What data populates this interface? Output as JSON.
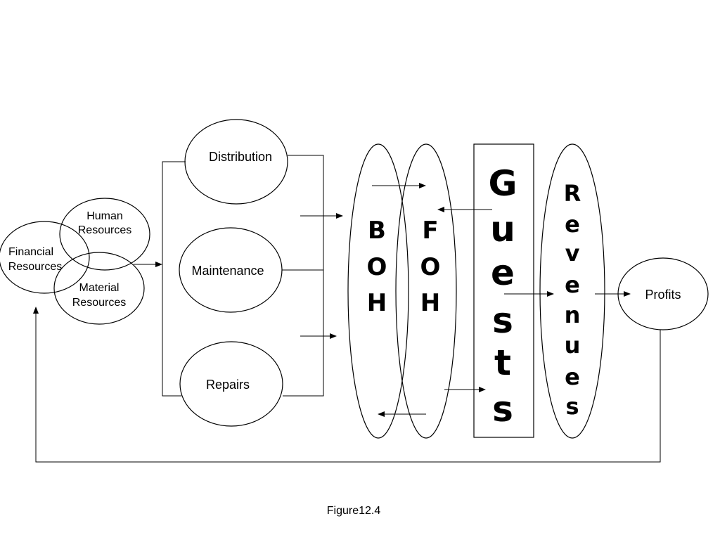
{
  "resources": {
    "financial": [
      "Financial",
      "Resources"
    ],
    "human": [
      "Human",
      "Resources"
    ],
    "material": [
      "Material",
      "Resources"
    ]
  },
  "departments": {
    "distribution": "Distribution",
    "maintenance": "Maintenance",
    "repairs": "Repairs"
  },
  "flow": {
    "boh": [
      "B",
      "O",
      "H"
    ],
    "foh": [
      "F",
      "O",
      "H"
    ],
    "guests": [
      "G",
      "u",
      "e",
      "s",
      "t",
      "s"
    ],
    "revenues": [
      "R",
      "e",
      "v",
      "e",
      "n",
      "u",
      "e",
      "s"
    ],
    "profits": "Profits"
  },
  "caption": "Figure12.4"
}
